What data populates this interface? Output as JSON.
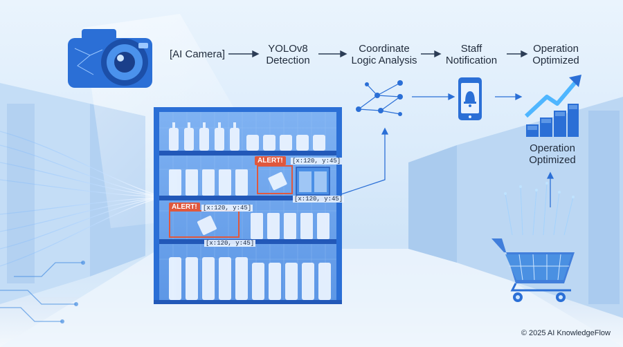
{
  "flow": {
    "steps": [
      {
        "label": "[AI Camera]"
      },
      {
        "label": "YOLOv8\nDetection"
      },
      {
        "label": "Coordinate\nLogic Analysis"
      },
      {
        "label": "Staff\nNotification"
      },
      {
        "label": "Operation\nOptimized"
      }
    ],
    "side_label": "Operation\nOptimized"
  },
  "detections": [
    {
      "alert": "ALERT!",
      "coords": "[x:120, y:45]"
    },
    {
      "coords": "[x:120, y:45]"
    },
    {
      "alert": "ALERT!",
      "coords": "[x:120, y:45]"
    }
  ],
  "colors": {
    "accent": "#2b6fd6",
    "alert": "#e0583d",
    "shelf": "#3f7fdc",
    "text": "#1f2a3a"
  },
  "icons": [
    "camera-icon",
    "network-graph-icon",
    "smartphone-bell-icon",
    "growth-chart-icon",
    "shopping-cart-icon"
  ],
  "footer": {
    "copyright": "© 2025 AI KnowledgeFlow"
  }
}
